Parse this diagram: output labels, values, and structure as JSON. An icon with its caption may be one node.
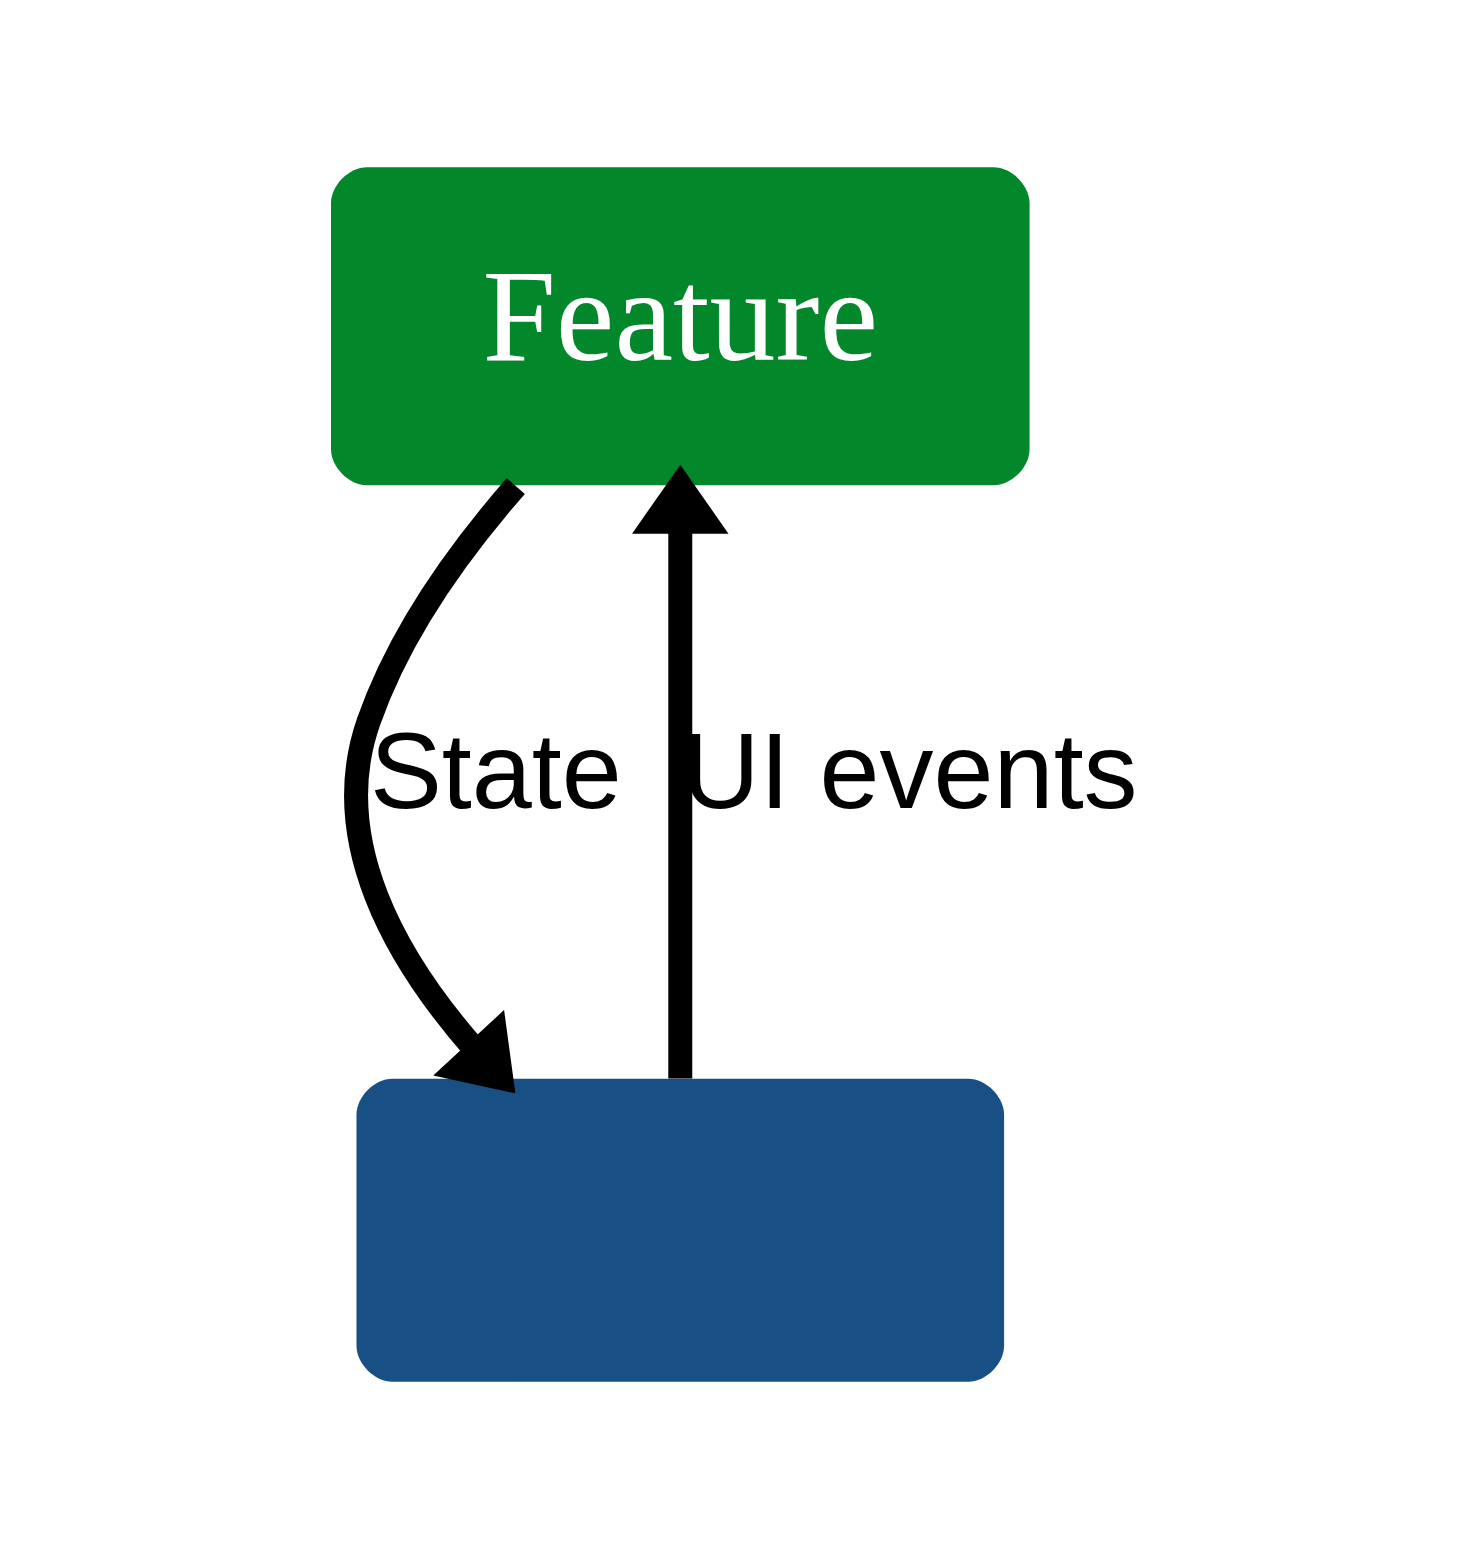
{
  "diagram": {
    "nodes": [
      {
        "text": [
          "Feature"
        ]
      },
      {
        "text": [],
        "shape": "box"
      }
    ],
    "edges": [
      {
        "from": 0,
        "to": 1,
        "arrow": "to",
        "label": "State"
      },
      {
        "from": 1,
        "to": 0,
        "arrow": "to",
        "label": "UI events"
      }
    ]
  }
}
